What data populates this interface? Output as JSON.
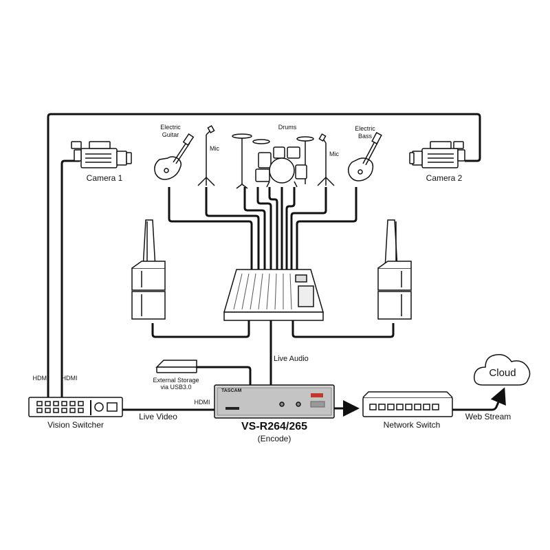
{
  "labels": {
    "camera1": "Camera 1",
    "camera2": "Camera 2",
    "electric_guitar_line1": "Electric",
    "electric_guitar_line2": "Guitar",
    "electric_bass_line1": "Electric",
    "electric_bass_line2": "Bass",
    "drums": "Drums",
    "mic_left": "Mic",
    "mic_right": "Mic",
    "live_audio": "Live Audio",
    "hdmi_left1": "HDMI",
    "hdmi_left2": "HDMI",
    "hdmi_encoder": "HDMI",
    "external_storage_line1": "External Storage",
    "external_storage_line2": "via USB3.0",
    "vision_switcher": "Vision Switcher",
    "live_video": "Live Video",
    "encoder_model": "VS-R264/265",
    "encoder_mode": "(Encode)",
    "network_switch": "Network Switch",
    "web_stream": "Web Stream",
    "cloud": "Cloud",
    "encoder_brand": "TASCAM"
  }
}
